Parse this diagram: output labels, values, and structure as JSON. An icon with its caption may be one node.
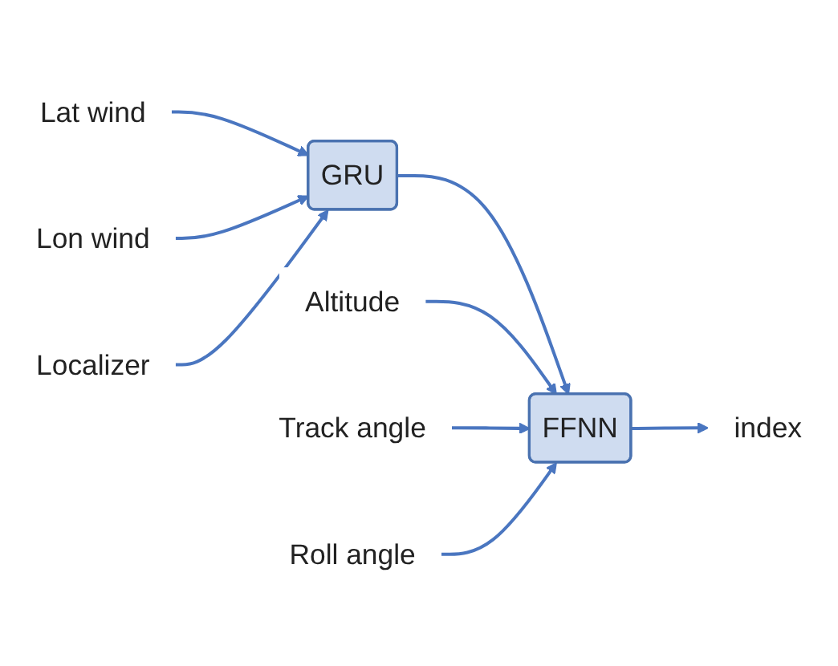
{
  "diagram": {
    "nodes": [
      {
        "text": [
          "Lat wind"
        ]
      },
      {
        "text": [
          "Lon wind"
        ]
      },
      {
        "text": [
          "Localizer"
        ]
      },
      {
        "text": [
          "GRU"
        ]
      },
      {
        "text": [
          "FFNN"
        ]
      },
      {
        "text": [
          "index"
        ]
      },
      {
        "text": [
          "Altitude"
        ]
      },
      {
        "text": [
          "Track angle"
        ]
      },
      {
        "text": [
          "Roll angle"
        ]
      }
    ],
    "edges": [
      {
        "from": 0,
        "to": 3,
        "arrow": "to"
      },
      {
        "from": 1,
        "to": 3,
        "arrow": "to"
      },
      {
        "from": 2,
        "to": 3,
        "arrow": "to"
      },
      {
        "from": 3,
        "to": 4,
        "arrow": "to"
      },
      {
        "from": 6,
        "to": 4,
        "arrow": "to"
      },
      {
        "from": 7,
        "to": 4,
        "arrow": "to"
      },
      {
        "from": 8,
        "to": 4,
        "arrow": "to"
      },
      {
        "from": 4,
        "to": 5,
        "arrow": "to"
      }
    ]
  }
}
